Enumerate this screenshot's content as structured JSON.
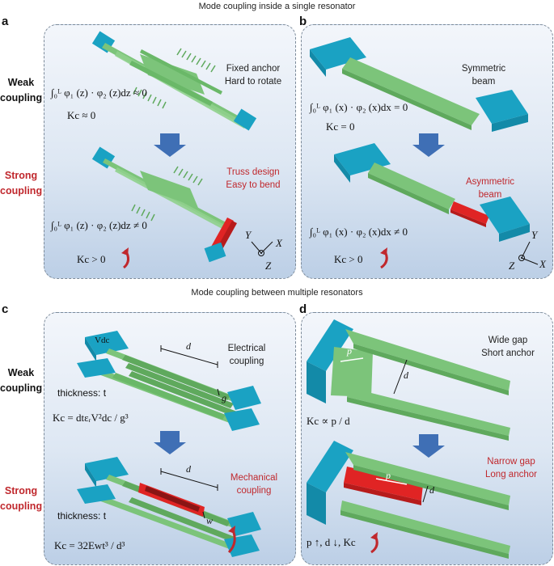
{
  "headings": {
    "top": "Mode coupling inside a single resonator",
    "middle": "Mode coupling between multiple resonators"
  },
  "panels": {
    "a": {
      "label": "a",
      "note1": "Fixed anchor",
      "note2": "Hard to rotate",
      "note3": "Truss design",
      "note4": "Easy to bend",
      "eq1": "∫₀ᴸ φ₁ (z) · φ₂ (z)dz ≈ 0",
      "kc1": "Kc ≈ 0",
      "eq2": "∫₀ᴸ φ₁ (z) · φ₂ (z)dz ≠ 0",
      "kc2": "Kc > 0",
      "axes": [
        "Y",
        "X",
        "Z"
      ]
    },
    "b": {
      "label": "b",
      "note1": "Symmetric",
      "note2": "beam",
      "note3": "Asymmetric",
      "note4": "beam",
      "eq1": "∫₀ᴸ φ₁ (x) · φ₂ (x)dx = 0",
      "kc1": "Kc = 0",
      "eq2": "∫₀ᴸ φ₁ (x) · φ₂ (x)dx ≠ 0",
      "kc2": "Kc > 0",
      "axes": [
        "Y",
        "Z",
        "X"
      ]
    },
    "c": {
      "label": "c",
      "note1": "Electrical",
      "note2": "coupling",
      "note3": "Mechanical",
      "note4": "coupling",
      "thick1": "thickness: t",
      "thick2": "thickness: t",
      "vdc": "Vdc",
      "kc1": "Kc = dtεᵣV²dc / g³",
      "kc2": "Kc = 32Ewt³ / d³",
      "dim_d": "d",
      "dim_g": "g",
      "dim_w": "w"
    },
    "d": {
      "label": "d",
      "note1": "Wide gap",
      "note2": "Short anchor",
      "note3": "Narrow gap",
      "note4": "Long anchor",
      "kc1": "Kc ∝ p / d",
      "kc2": "p ↑, d ↓, Kc",
      "dim_p": "p",
      "dim_d": "d"
    }
  },
  "side_labels": {
    "weak1": "Weak",
    "weak2": "coupling",
    "strong1": "Strong",
    "strong2": "coupling"
  },
  "colors": {
    "teal": "#1aa2c3",
    "green": "#7cc47a",
    "red": "#e02424",
    "arrow": "#3f6fb5",
    "red_text": "#c0282d"
  }
}
